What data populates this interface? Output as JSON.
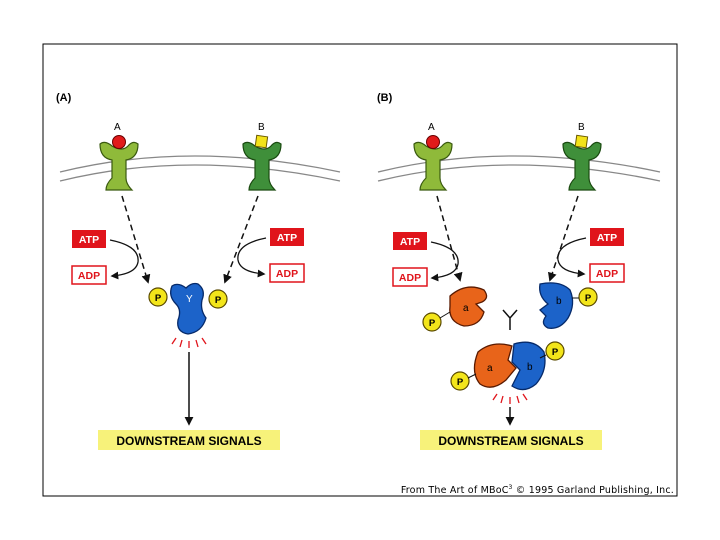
{
  "panel_a": {
    "tag": "(A)",
    "receptor_a_label": "A",
    "receptor_b_label": "B",
    "atp": "ATP",
    "adp": "ADP",
    "phosphate": "P",
    "protein_y": "Y",
    "downstream": "DOWNSTREAM SIGNALS"
  },
  "panel_b": {
    "tag": "(B)",
    "receptor_a_label": "A",
    "receptor_b_label": "B",
    "atp": "ATP",
    "adp": "ADP",
    "phosphate": "P",
    "protein_a": "a",
    "protein_b": "b",
    "downstream": "DOWNSTREAM SIGNALS"
  },
  "credit": {
    "prefix": "From The Art of MBoC",
    "sup": "3",
    "suffix": " © 1995 Garland Publishing, Inc."
  },
  "colors": {
    "receptor_green_light": "#8fba3a",
    "receptor_green_dark": "#3f8f3a",
    "ligand_red": "#e11b1b",
    "ligand_yellow": "#f3e21a",
    "atp_red": "#e0141b",
    "phosphate_yellow": "#f3e51a",
    "protein_blue": "#1c63c9",
    "protein_orange": "#e8641a",
    "highlight_yellow": "#f7f27a"
  }
}
